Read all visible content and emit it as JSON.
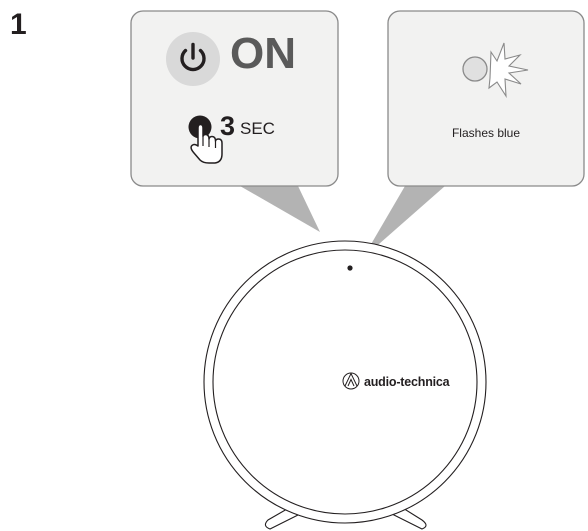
{
  "step": {
    "number": "1"
  },
  "power_callout": {
    "state_label": "ON",
    "hold_duration": "3",
    "hold_unit": "SEC",
    "icon": "power-icon",
    "gesture_icon": "press-and-hold-finger-icon"
  },
  "indicator_callout": {
    "status_text": "Flashes blue",
    "icon": "flashing-led-icon"
  },
  "device": {
    "brand": "audio-technica",
    "logo_icon": "audio-technica-logo-icon",
    "indicator_led": "indicator-led-dot"
  },
  "colors": {
    "callout_fill": "#f2f2f1",
    "callout_border": "#8a8a8a",
    "pointer_fill": "#b3b3b3",
    "icon_circle": "#d9d9d9",
    "text_dark": "#231f20",
    "on_text": "#5a5a5a"
  }
}
